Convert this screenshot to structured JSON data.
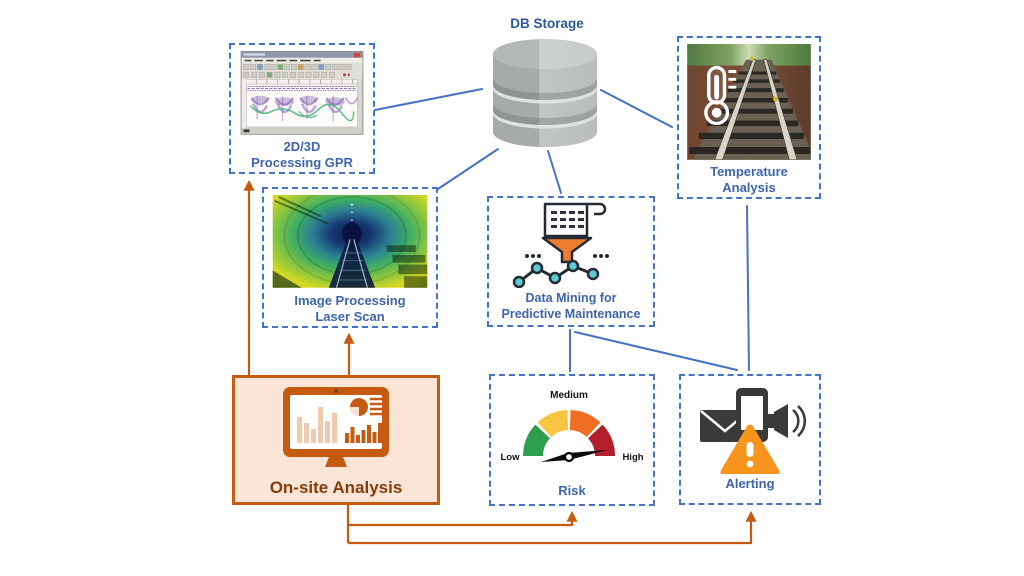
{
  "nodes": {
    "db_storage": {
      "label": "DB Storage"
    },
    "gpr": {
      "line1": "2D/3D",
      "line2": "Processing GPR"
    },
    "temperature": {
      "line1": "Temperature",
      "line2": "Analysis"
    },
    "laser": {
      "line1": "Image Processing",
      "line2": "Laser Scan"
    },
    "data_mining": {
      "line1": "Data Mining for",
      "line2": "Predictive Maintenance"
    },
    "onsite": {
      "label": "On-site Analysis"
    },
    "risk": {
      "label": "Risk",
      "gauge": {
        "low": "Low",
        "medium": "Medium",
        "high": "High"
      }
    },
    "alerting": {
      "label": "Alerting"
    }
  },
  "colors": {
    "box_border_blue": "#4472C4",
    "connector_blue": "#4472C4",
    "label_blue": "#3E64AE",
    "db_label_blue": "#2E5A97",
    "orange_accent": "#C55A11",
    "onsite_fill": "#FBE5D6",
    "onsite_text": "#843C0C",
    "funnel_orange": "#ED7D31",
    "warning_orange": "#F7941D",
    "gauge_green": "#2F9E4F",
    "gauge_yellow": "#F7C443",
    "gauge_orange": "#EE6E23",
    "gauge_red": "#B21F2D",
    "icon_dark_gray": "#3A3A3A",
    "db_cylinder_gray": "#B5BAB8"
  }
}
